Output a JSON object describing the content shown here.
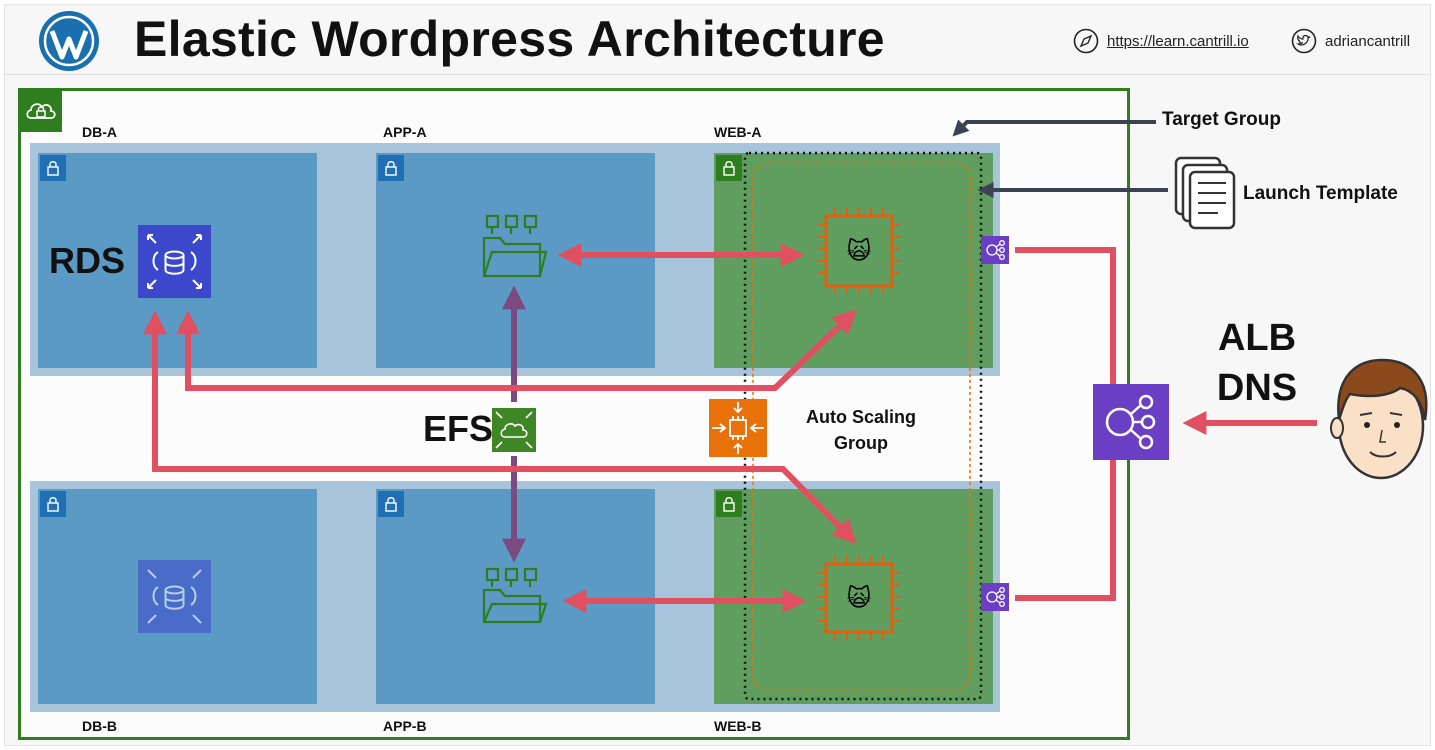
{
  "header": {
    "title": "Elastic Wordpress Architecture",
    "website": "https://learn.cantrill.io",
    "twitter": "adriancantrill",
    "logo_icon": "wordpress-logo-icon",
    "website_icon": "compass-icon",
    "twitter_icon": "twitter-bird-icon"
  },
  "subnets": {
    "db_a": "DB-A",
    "app_a": "APP-A",
    "web_a": "WEB-A",
    "db_b": "DB-B",
    "app_b": "APP-B",
    "web_b": "WEB-B"
  },
  "labels": {
    "rds": "RDS",
    "efs": "EFS",
    "asg_line1": "Auto Scaling",
    "asg_line2": "Group",
    "target_group": "Target Group",
    "launch_template": "Launch Template",
    "alb_line1": "ALB",
    "alb_line2": "DNS"
  },
  "colors": {
    "vpc_border": "#2e7d1f",
    "private_subnet": "#5a9ac5",
    "public_subnet": "#5f9e5f",
    "az_band": "#a7c4db",
    "rds": "#3b48cc",
    "efs": "#3f8624",
    "ec2": "#e06010",
    "asg": "#e8710a",
    "alb": "#6b3fc4",
    "arrow_red": "#e05060",
    "arrow_purple": "#7a4a80",
    "arrow_dark": "#3b4252"
  }
}
